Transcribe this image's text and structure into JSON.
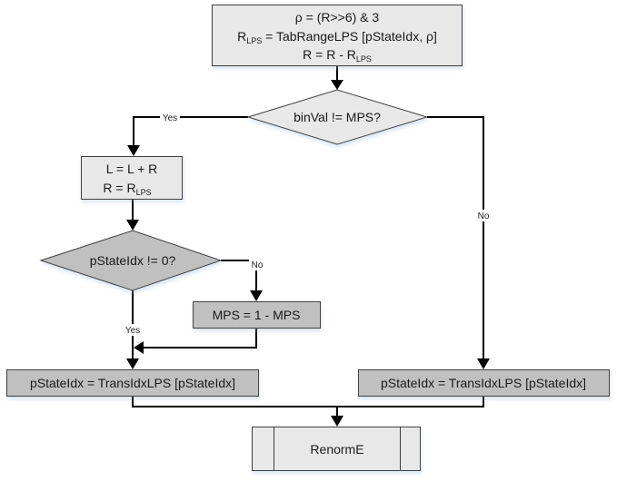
{
  "diagram": {
    "type": "flowchart",
    "colors": {
      "light_fill": "#e8e8e8",
      "dark_fill": "#c0c0c0",
      "stroke": "#404040",
      "connector": "#000000"
    },
    "nodes": {
      "init": {
        "shape": "process",
        "line1": "ρ = (R>>6) & 3",
        "line2_prefix": "R",
        "line2_prefix_sub": "LPS",
        "line2_rest": " = TabRangeLPS [pStateIdx, ρ]",
        "line3_prefix": "R = R - R",
        "line3_sub": "LPS"
      },
      "decision_binval": {
        "shape": "decision",
        "text": "binVal != MPS?"
      },
      "update_lr": {
        "shape": "process",
        "line1": "L = L + R",
        "line2_prefix": "R = R",
        "line2_sub": "LPS"
      },
      "decision_pstate": {
        "shape": "decision",
        "text": "pStateIdx != 0?"
      },
      "mps_flip": {
        "shape": "process",
        "text": "MPS = 1 - MPS"
      },
      "trans_lps_left": {
        "shape": "process",
        "text": "pStateIdx = TransIdxLPS [pStateIdx]"
      },
      "trans_lps_right": {
        "shape": "process",
        "text": "pStateIdx = TransIdxLPS [pStateIdx]"
      },
      "renorm": {
        "shape": "predefined-process",
        "text": "RenormE"
      }
    },
    "edges": [
      {
        "from": "init",
        "to": "decision_binval",
        "label": ""
      },
      {
        "from": "decision_binval",
        "to": "update_lr",
        "label": "Yes"
      },
      {
        "from": "decision_binval",
        "to": "trans_lps_right",
        "label": "No"
      },
      {
        "from": "update_lr",
        "to": "decision_pstate",
        "label": ""
      },
      {
        "from": "decision_pstate",
        "to": "mps_flip",
        "label": "No"
      },
      {
        "from": "decision_pstate",
        "to": "trans_lps_left",
        "label": "Yes"
      },
      {
        "from": "mps_flip",
        "to": "trans_lps_left",
        "label": ""
      },
      {
        "from": "trans_lps_left",
        "to": "renorm",
        "label": ""
      },
      {
        "from": "trans_lps_right",
        "to": "renorm",
        "label": ""
      }
    ],
    "labels": {
      "yes1": "Yes",
      "no1": "No",
      "no2": "No",
      "yes2": "Yes"
    }
  }
}
